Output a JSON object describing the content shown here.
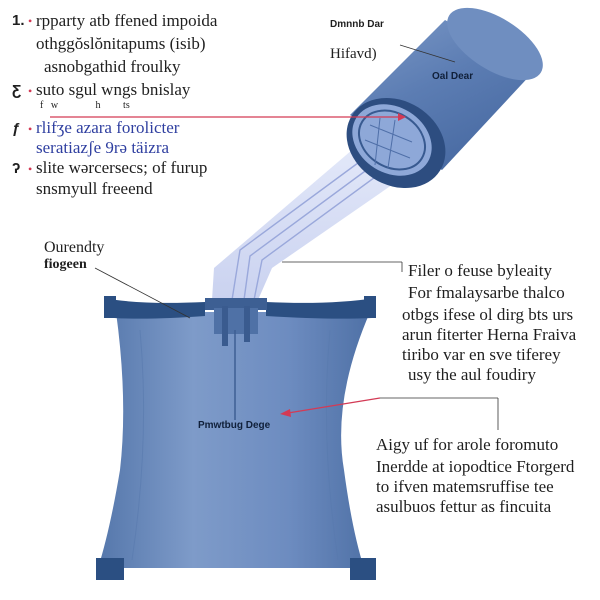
{
  "steps": [
    {
      "number": "1.",
      "lines": [
        "rpparty atb ffened impoida",
        "othggŏslŏnitapums (isib)",
        "asnobgathid froulky"
      ]
    },
    {
      "number": "Ƹ",
      "lines": [
        "suto sgul wngs bnislay",
        "f   w               h         ts"
      ]
    },
    {
      "number": "ƒ",
      "lines": [
        "rlifʒe azara forolicter",
        "seratiazʃe 9rə täizra"
      ]
    },
    {
      "number": "ʔ",
      "lines": [
        "slite wərcersecs; of furup",
        "snsmyull freeend"
      ]
    }
  ],
  "top_right_label": {
    "lines": [
      "Dmnnb Dar",
      "       ",
      "Hifavd)"
    ]
  },
  "tube_label": "Oal Dear",
  "left_label": {
    "lines": [
      "Ourendty",
      "fiogeen"
    ]
  },
  "right_note_1": {
    "lines": [
      "Filer o feuse byleaity",
      "For fmalaysarbe thalco",
      "otbgs ifese ol dirg bts urs",
      "arun fiterter Herna Fraiva",
      "tiribo var en sve tiferey",
      "usy the aul foudiry"
    ]
  },
  "bag_label": "Pmwtbug Dege",
  "right_note_2": {
    "lines": [
      "Aigy uf for arole foromuto",
      "Inerdde at iopodtice Ftorgerd",
      "to ifven matemsruffise tee",
      "asulbuos fettur as fincuita"
    ]
  },
  "colors": {
    "tube_blue": "#5c7db3",
    "tube_dark": "#2d4d80",
    "bag_blue": "#6f8fc0",
    "bag_dark": "#2b4f82",
    "stream": "#c9d2f0",
    "accent": "#d33a55"
  },
  "icons": [
    "tube-illustration",
    "bag-illustration",
    "stream-illustration"
  ]
}
